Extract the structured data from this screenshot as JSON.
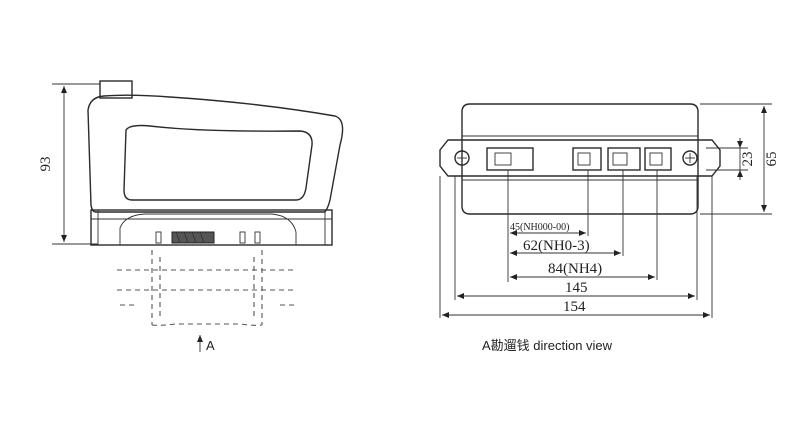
{
  "side_view": {
    "height_label": "93",
    "view_marker": "A"
  },
  "front_view": {
    "dims": {
      "d23": "23",
      "d65": "65",
      "d45": "45(NH000-00)",
      "d62": "62(NH0-3)",
      "d84": "84(NH4)",
      "d145": "145",
      "d154": "154"
    },
    "caption": "A勘遛钱 direction view"
  }
}
